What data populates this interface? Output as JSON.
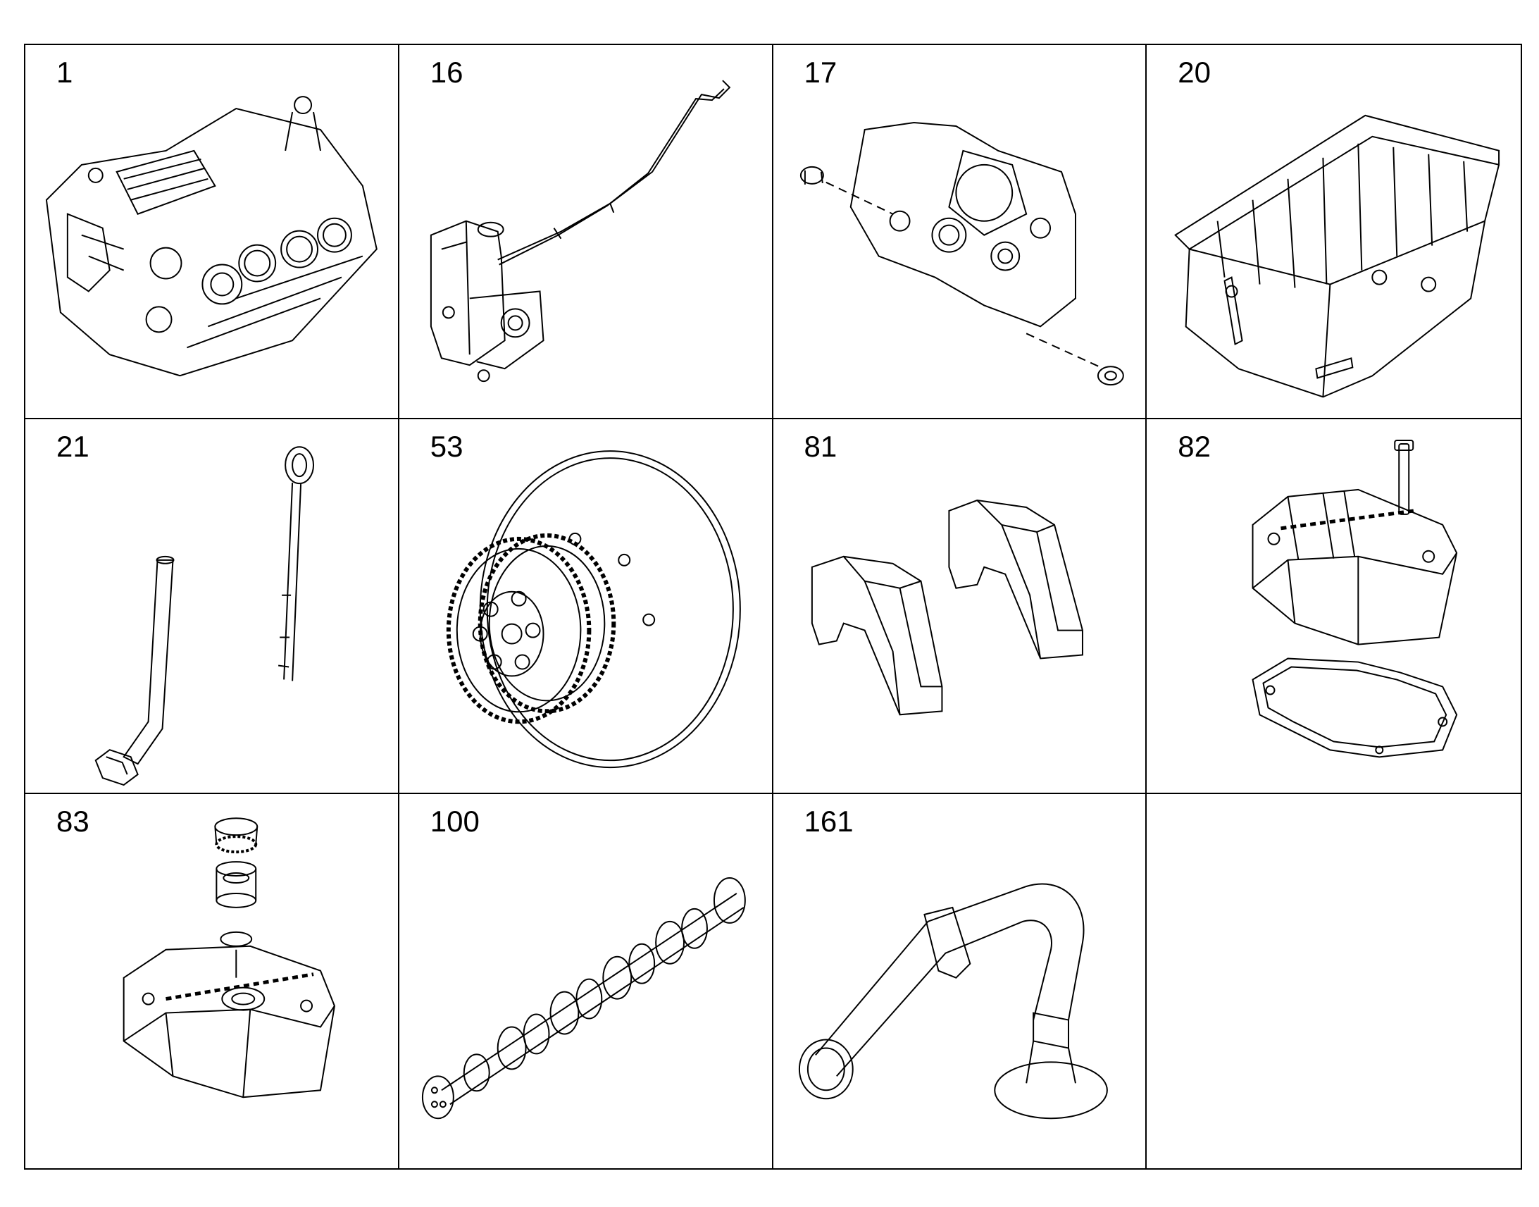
{
  "cells": [
    {
      "number": "1",
      "icon": "engine-block-icon"
    },
    {
      "number": "16",
      "icon": "oil-pump-icon"
    },
    {
      "number": "17",
      "icon": "timing-case-icon"
    },
    {
      "number": "20",
      "icon": "oil-pan-icon"
    },
    {
      "number": "21",
      "icon": "dipstick-icon"
    },
    {
      "number": "53",
      "icon": "flywheel-gear-icon"
    },
    {
      "number": "81",
      "icon": "bearing-cap-icon"
    },
    {
      "number": "82",
      "icon": "valve-cover-gasket-icon"
    },
    {
      "number": "83",
      "icon": "valve-cover-filler-cap-icon"
    },
    {
      "number": "100",
      "icon": "camshaft-icon"
    },
    {
      "number": "161",
      "icon": "pipe-icon"
    },
    {
      "number": "",
      "icon": ""
    }
  ]
}
